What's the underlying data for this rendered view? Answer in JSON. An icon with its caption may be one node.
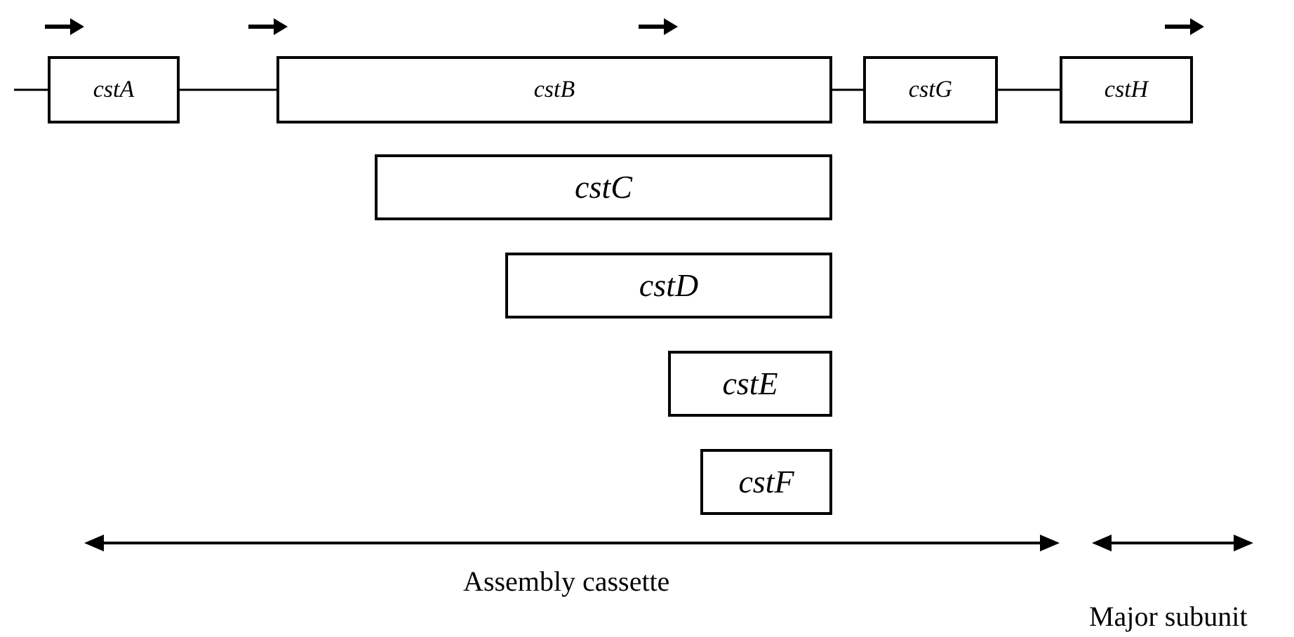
{
  "diagram": {
    "nodes": [
      {
        "text": [
          "cstA"
        ]
      },
      {
        "text": [
          "cstB"
        ]
      },
      {
        "text": [
          "cstG"
        ]
      },
      {
        "text": [
          "cstH"
        ]
      },
      {
        "text": [
          "cstC"
        ]
      },
      {
        "text": [
          "cstD"
        ]
      },
      {
        "text": [
          "cstE"
        ]
      },
      {
        "text": [
          "cstF"
        ]
      }
    ],
    "edges": [
      {
        "from": null,
        "to": 0,
        "arrow": "none"
      },
      {
        "from": 0,
        "to": 1,
        "arrow": "none"
      },
      {
        "from": 1,
        "to": 2,
        "arrow": "none"
      },
      {
        "from": 2,
        "to": 3,
        "arrow": "none"
      }
    ],
    "labels": [
      "Assembly cassette",
      "Major subunit"
    ]
  }
}
